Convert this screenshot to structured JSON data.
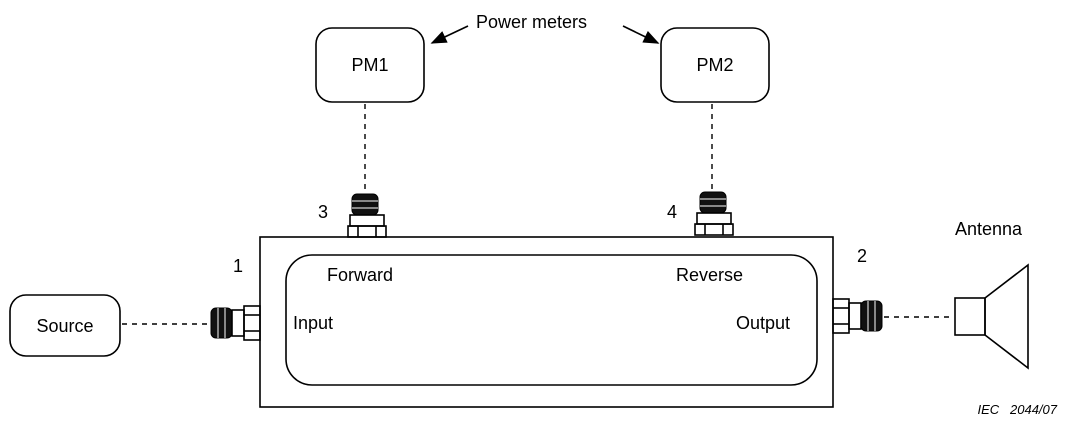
{
  "labels": {
    "power_meters": "Power meters",
    "pm1": "PM1",
    "pm2": "PM2",
    "source": "Source",
    "antenna": "Antenna",
    "forward": "Forward",
    "reverse": "Reverse",
    "input": "Input",
    "output": "Output",
    "port1": "1",
    "port2": "2",
    "port3": "3",
    "port4": "4",
    "credit": "IEC   2044/07"
  }
}
